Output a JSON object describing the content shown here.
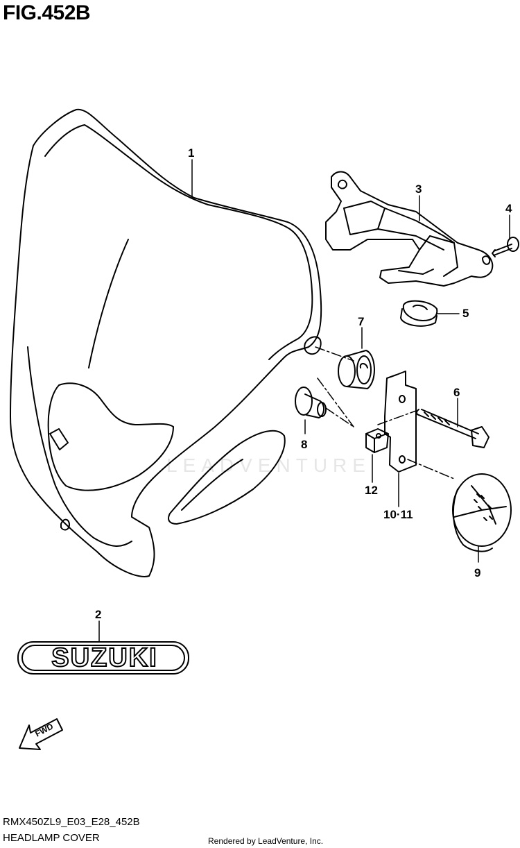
{
  "figure": {
    "title": "FIG.452B"
  },
  "callouts": {
    "c1": "1",
    "c2": "2",
    "c3": "3",
    "c4": "4",
    "c5": "5",
    "c6": "6",
    "c7": "7",
    "c8": "8",
    "c9": "9",
    "c10_11": "10·11",
    "c12": "12"
  },
  "emblem_text": "SUZUKI",
  "fwd_text": "FWD",
  "watermark": "LEADVENTURE",
  "footer": {
    "model_code": "RMX450ZL9_E03_E28_452B",
    "part_name": "HEADLAMP COVER",
    "rendered_by": "Rendered by LeadVenture, Inc."
  }
}
